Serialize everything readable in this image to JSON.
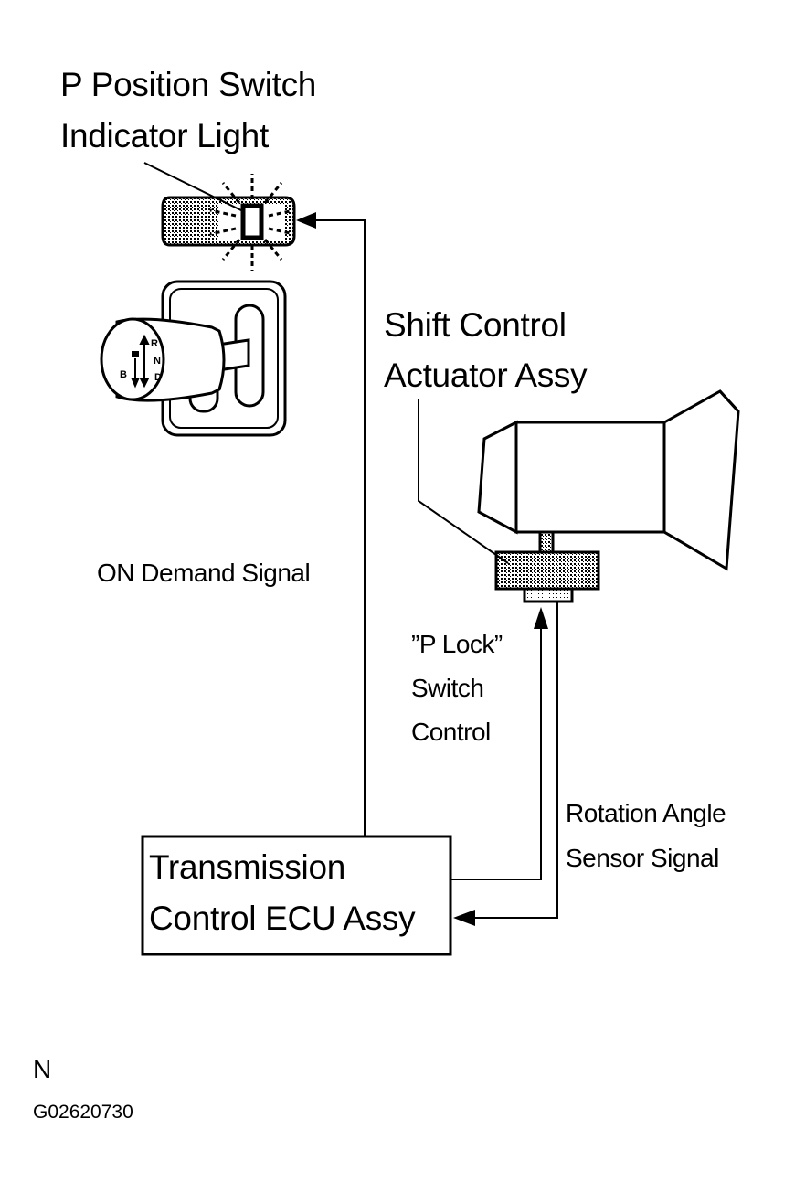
{
  "labels": {
    "indicator_line1": "P Position Switch",
    "indicator_line2": "Indicator Light",
    "actuator_line1": "Shift Control",
    "actuator_line2": "Actuator Assy",
    "on_demand": "ON Demand Signal",
    "plock_line1": "”P Lock”",
    "plock_line2": "Switch",
    "plock_line3": "Control",
    "rotation_line1": "Rotation Angle",
    "rotation_line2": "Sensor Signal",
    "ecu_line1": "Transmission",
    "ecu_line2": "Control ECU Assy",
    "corner_letter": "N",
    "figure_code": "G02620730"
  },
  "shift_knob": {
    "letters": [
      "R",
      "N",
      "D",
      "B"
    ]
  }
}
